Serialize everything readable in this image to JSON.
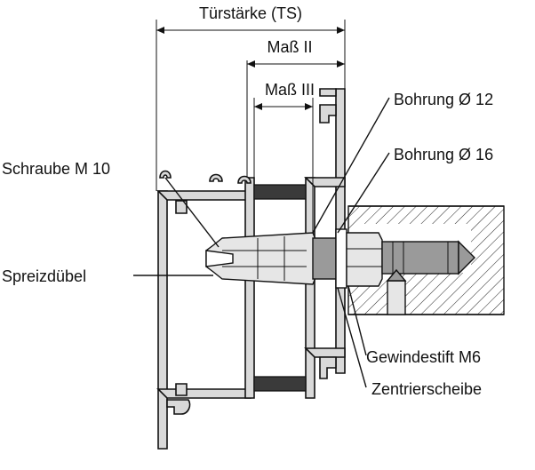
{
  "labels": {
    "door_thickness": "Türstärke (TS)",
    "dim_ii": "Maß II",
    "dim_iii": "Maß III",
    "bore_12": "Bohrung Ø 12",
    "bore_16": "Bohrung Ø 16",
    "screw": "Schraube M 10",
    "anchor": "Spreizdübel",
    "set_screw": "Gewindestift M6",
    "centering_washer": "Zentrierscheibe"
  }
}
